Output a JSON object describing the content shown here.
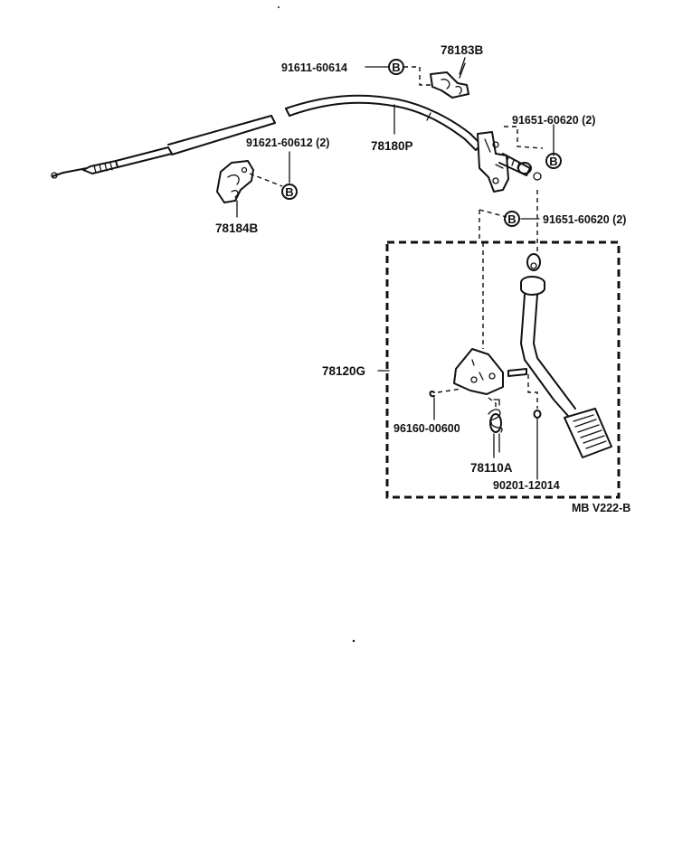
{
  "diagram": {
    "code": "MB V222-B",
    "parts": {
      "p78183B": "78183B",
      "p91611": "91611-60614",
      "p91651_top": "91651-60620 (2)",
      "p91621": "91621-60612 (2)",
      "p78180P": "78180P",
      "p78184B": "78184B",
      "p91651_mid": "91651-60620 (2)",
      "p78120G": "78120G",
      "p96160": "96160-00600",
      "p78110A": "78110A",
      "p90201": "90201-12014"
    },
    "bolt_marker": "B"
  }
}
